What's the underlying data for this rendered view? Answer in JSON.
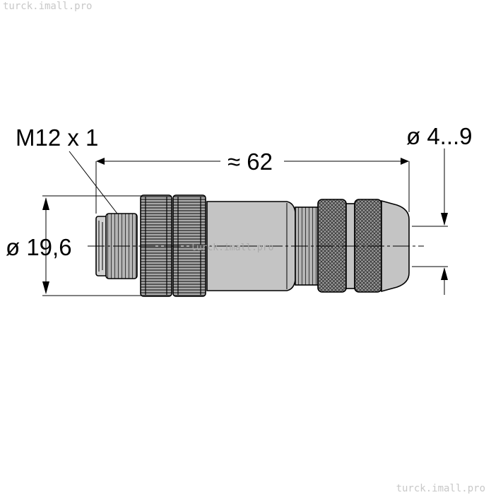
{
  "watermarks": {
    "top": "turck.imall.pro",
    "center": "turck.imall.pro",
    "bottom": "turck.imall.pro"
  },
  "dimensions": {
    "thread": "M12 x 1",
    "length": "≈ 62",
    "cable_diameter": "ø 4...9",
    "body_diameter": "ø 19,6"
  },
  "colors": {
    "body": "#c4c4c4",
    "knurl": "#8f8f8f",
    "line": "#000000"
  }
}
